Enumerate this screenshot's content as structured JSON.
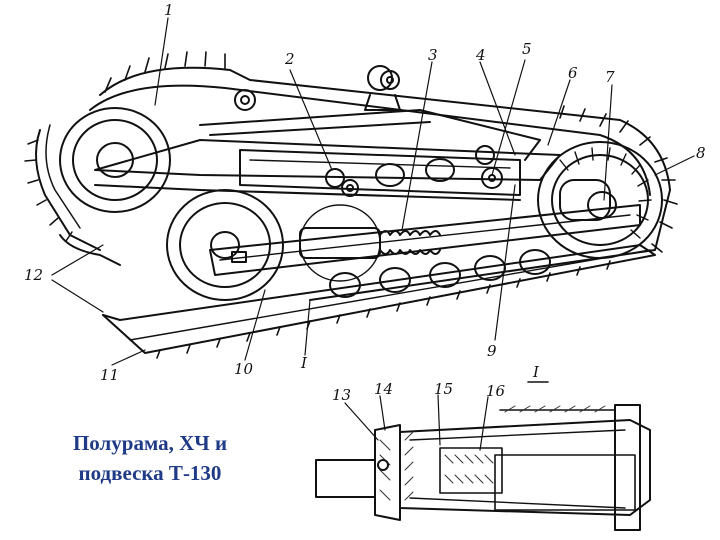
{
  "caption": {
    "line1": "Полурама, ХЧ и",
    "line2": "подвеска Т-130"
  },
  "callouts": [
    "1",
    "2",
    "3",
    "4",
    "5",
    "6",
    "7",
    "8",
    "9",
    "10",
    "11",
    "12",
    "13",
    "14",
    "15",
    "16"
  ],
  "section_mark": "I",
  "detail_mark": "I"
}
